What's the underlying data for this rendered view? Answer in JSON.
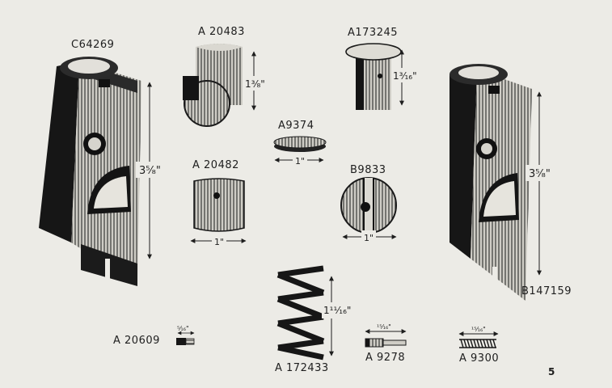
{
  "parts": {
    "c64269": "C64269",
    "a20483": "A 20483",
    "a173245": "A173245",
    "a9374": "A9374",
    "a20482": "A 20482",
    "b9833": "B9833",
    "b147159": "B147159",
    "a20609": "A 20609",
    "a172433": "A 172433",
    "a9278": "A 9278",
    "a9300": "A 9300"
  },
  "dimensions": {
    "c64269_height": "3⁵⁄₈\"",
    "a20483_height": "1³⁄₈\"",
    "a173245_height": "1³⁄₁₆\"",
    "a9374_width": "1\"",
    "a20482_width": "1\"",
    "b9833_width": "1\"",
    "b147159_height": "3⁵⁄₈\"",
    "a20609_length": "⁵⁄₁₆\"",
    "a172433_height": "1¹¹⁄₁₆\"",
    "a9278_length": "¹⁵⁄₁₆\"",
    "a9300_length": "¹⁵⁄₁₆\""
  },
  "page_number": "5"
}
